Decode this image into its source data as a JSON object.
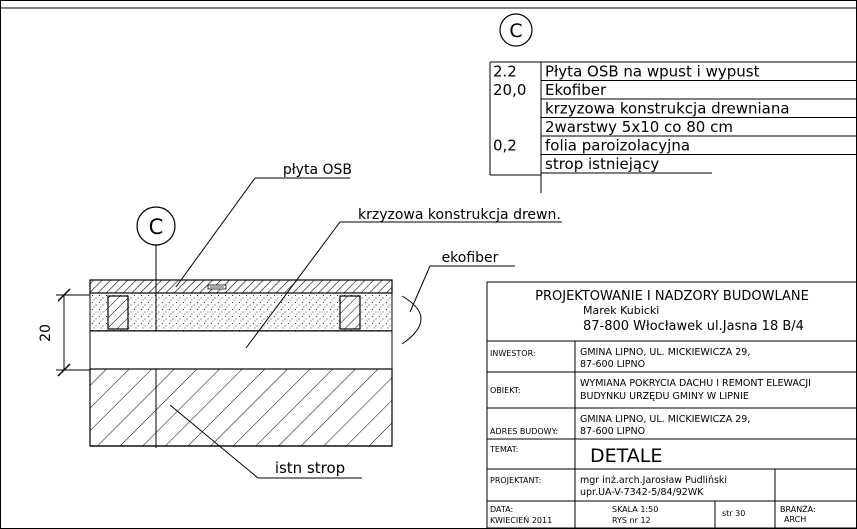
{
  "section_marker_top": "C",
  "section_marker_main": "C",
  "layers_table": [
    {
      "thickness": "2.2",
      "description": "Płyta OSB na wpust i wypust"
    },
    {
      "thickness": "20,0",
      "description": "Ekofiber"
    },
    {
      "thickness": "",
      "description": "krzyzowa konstrukcja drewniana"
    },
    {
      "thickness": "",
      "description": "2warstwy 5x10 co 80 cm"
    },
    {
      "thickness": "0,2",
      "description": "folia paroizolacyjna"
    },
    {
      "thickness": "",
      "description": "strop istniejący"
    }
  ],
  "labels": {
    "osb": "płyta OSB",
    "frame": "krzyzowa konstrukcja drewn.",
    "ekofiber": "ekofiber",
    "existing": "istn strop",
    "dimension": "20"
  },
  "title_block": {
    "company": "PROJEKTOWANIE I NADZORY BUDOWLANE",
    "person": "Marek Kubicki",
    "address": "87-800 Włocławek ul.Jasna 18 B/4",
    "investor_label": "INWESTOR:",
    "investor_line1": "GMINA LIPNO, UL. MICKIEWICZA 29,",
    "investor_line2": "87-600 LIPNO",
    "object_label": "OBIEKT:",
    "object_line1": "WYMIANA POKRYCIA DACHU I REMONT ELEWACJI",
    "object_line2": "BUDYNKU URZĘDU GMINY W LIPNIE",
    "site_label": "ADRES BUDOWY:",
    "site_line1": "GMINA LIPNO, UL. MICKIEWICZA 29,",
    "site_line2": "87-600 LIPNO",
    "subject_label": "TEMAT:",
    "subject": "DETALE",
    "designer_label": "PROJEKTANT:",
    "designer_line1": "mgr inż.arch.Jarosław Pudliński",
    "designer_line2": "upr.UA-V-7342-5/84/92WK",
    "date_label": "DATA:",
    "date": "KWIECIEŃ 2011",
    "scale": "SKALA 1:50",
    "drawing_no": "RYS nr 12",
    "page": "str 30",
    "branch_label": "BRANŻA:",
    "branch": "ARCH"
  }
}
